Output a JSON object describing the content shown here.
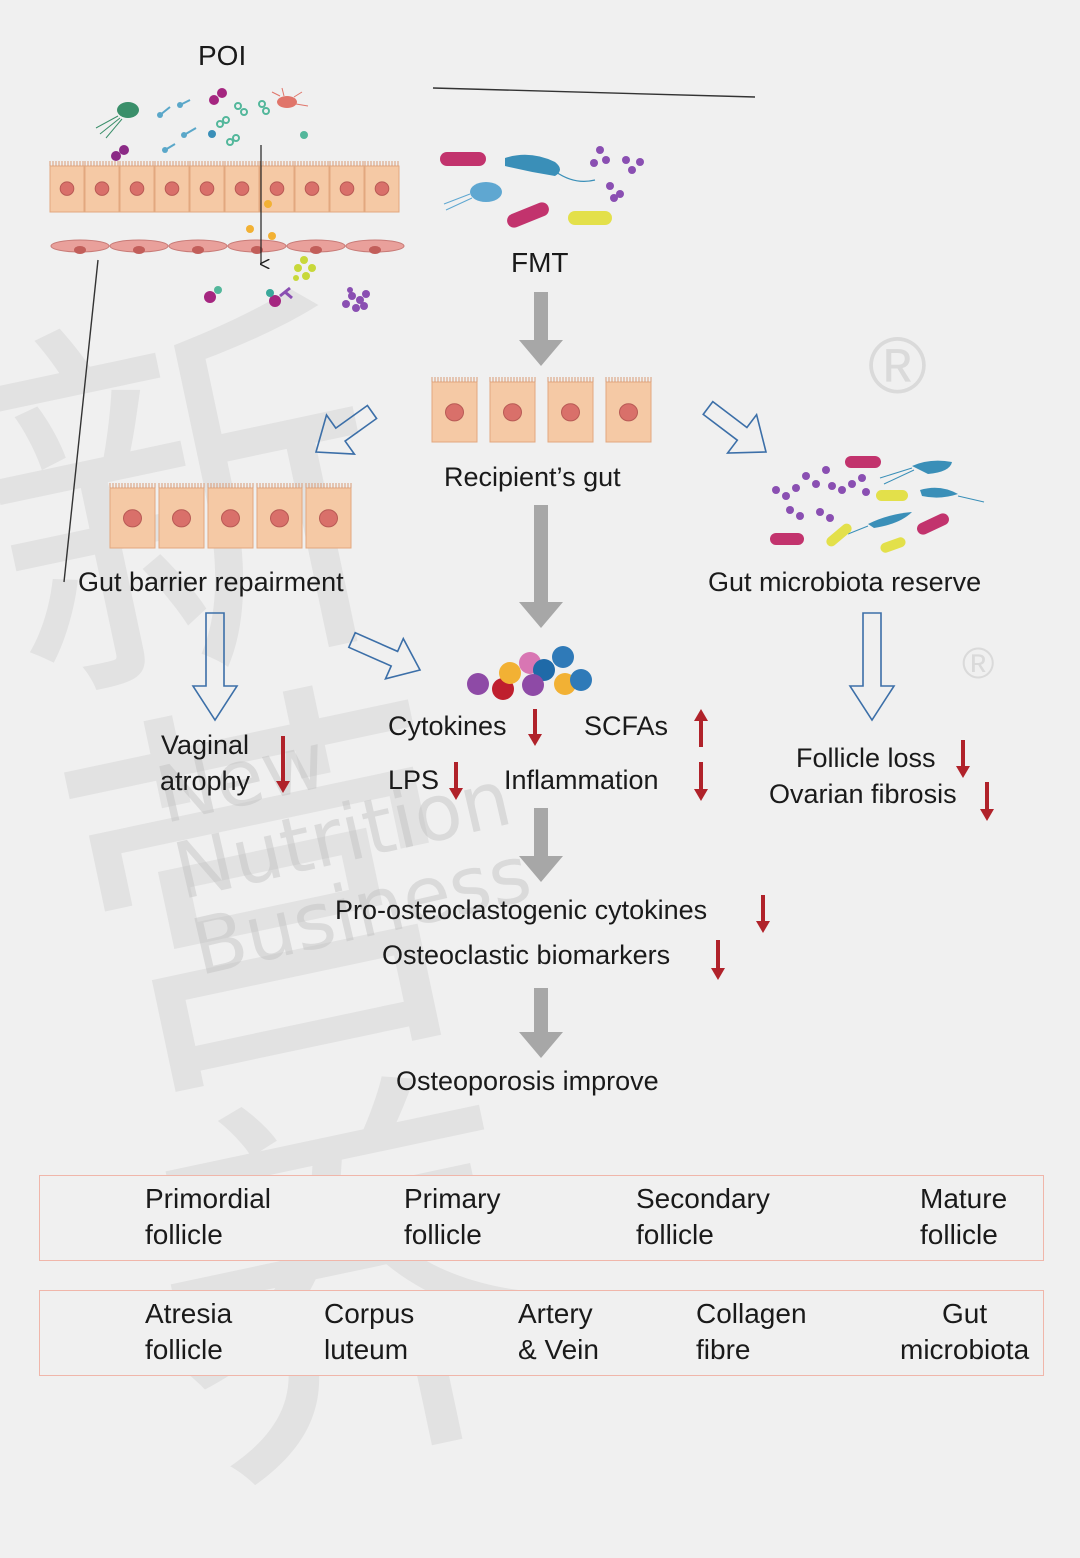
{
  "diagram": {
    "poi_label": "POI",
    "fmt_label": "FMT",
    "recipient_label": "Recipient’s gut",
    "gut_barrier_label": "Gut barrier repairment",
    "microbiota_reserve_label": "Gut microbiota reserve",
    "vaginal_label": "Vaginal\natrophy",
    "cytokines_label": "Cytokines",
    "scfas_label": "SCFAs",
    "lps_label": "LPS",
    "inflammation_label": "Inflammation",
    "follicle_loss_label": "Follicle loss",
    "ovarian_fibrosis_label": "Ovarian fibrosis",
    "pro_osteo_label": "Pro-osteoclastogenic cytokines",
    "osteo_biomarkers_label": "Osteoclastic biomarkers",
    "osteoporosis_label": "Osteoporosis improve"
  },
  "legend": {
    "primordial": "Primordial\nfollicle",
    "primary": "Primary\nfollicle",
    "secondary": "Secondary\nfollicle",
    "mature": "Mature\nfollicle",
    "atresia": "Atresia\nfollicle",
    "corpus": "Corpus\nluteum",
    "artery": "Artery\n& Vein",
    "collagen": "Collagen\nfibre",
    "microbiota": "Gut\nmicrobiota"
  },
  "watermark": {
    "cjk": "新营养",
    "latin": "New Nutrition Business",
    "registered": "®"
  },
  "colors": {
    "cell_fill": "#f5c9a5",
    "nucleus": "#d9706a",
    "gray_arrow": "#a7a7a7",
    "outline_arrow": "#3c6fa8",
    "down_arrow_red": "#b0222a",
    "legend_border": "#f0b6aa",
    "capillary": "#e9a09b"
  },
  "cytokine_ball_colors": [
    "#8e4aa6",
    "#bf1f2e",
    "#f2b134",
    "#d876b3",
    "#2f7ab8",
    "#1f6aa8",
    "#8e4aa6",
    "#f2b134",
    "#2f7ab8"
  ]
}
